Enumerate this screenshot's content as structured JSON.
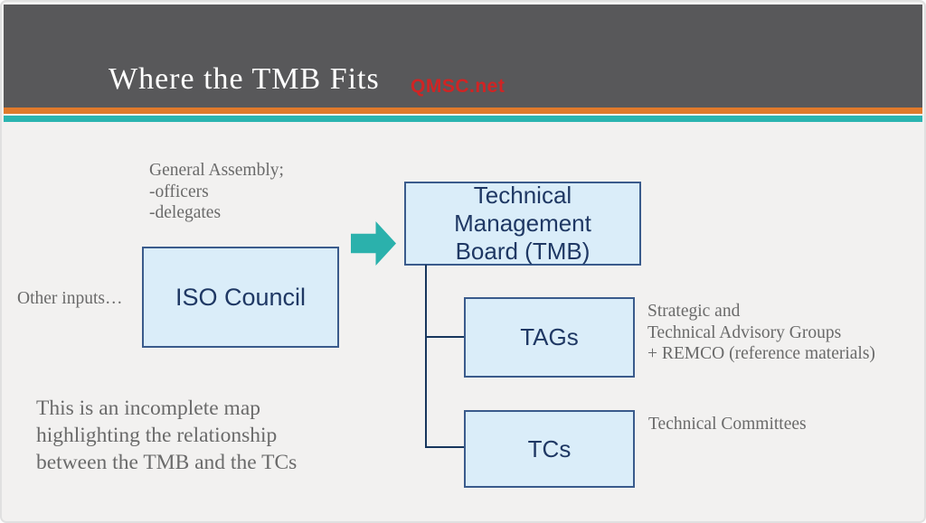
{
  "header": {
    "title": "Where the TMB Fits",
    "watermark": "QMSC.net"
  },
  "annotations": {
    "general_assembly_lines": [
      "General Assembly;",
      "-officers",
      "-delegates"
    ],
    "other_inputs": "Other inputs…",
    "tags_note_lines": [
      "Strategic and",
      "Technical Advisory Groups",
      "+ REMCO (reference materials)"
    ],
    "tcs_note": "Technical Committees",
    "footnote_lines": [
      "This is an incomplete map",
      "highlighting the relationship",
      "between the TMB and the TCs"
    ]
  },
  "diagram": {
    "iso_council_label": "ISO Council",
    "tmb_label_lines": [
      "Technical",
      "Management",
      "Board (TMB)"
    ],
    "tags_label": "TAGs",
    "tcs_label": "TCs"
  },
  "colors": {
    "header_band": "#58585a",
    "orange_divider": "#e07a2c",
    "teal_divider": "#2bb4b0",
    "arrow_teal": "#2bb1ac",
    "box_fill": "#daedf9",
    "box_border": "#3a5b8c",
    "box_text": "#1f3864",
    "connector": "#17365d",
    "note_text": "#6a6a6a",
    "watermark_red": "#d02424",
    "slide_background": "#f2f1f0",
    "title_text": "#ffffff"
  }
}
